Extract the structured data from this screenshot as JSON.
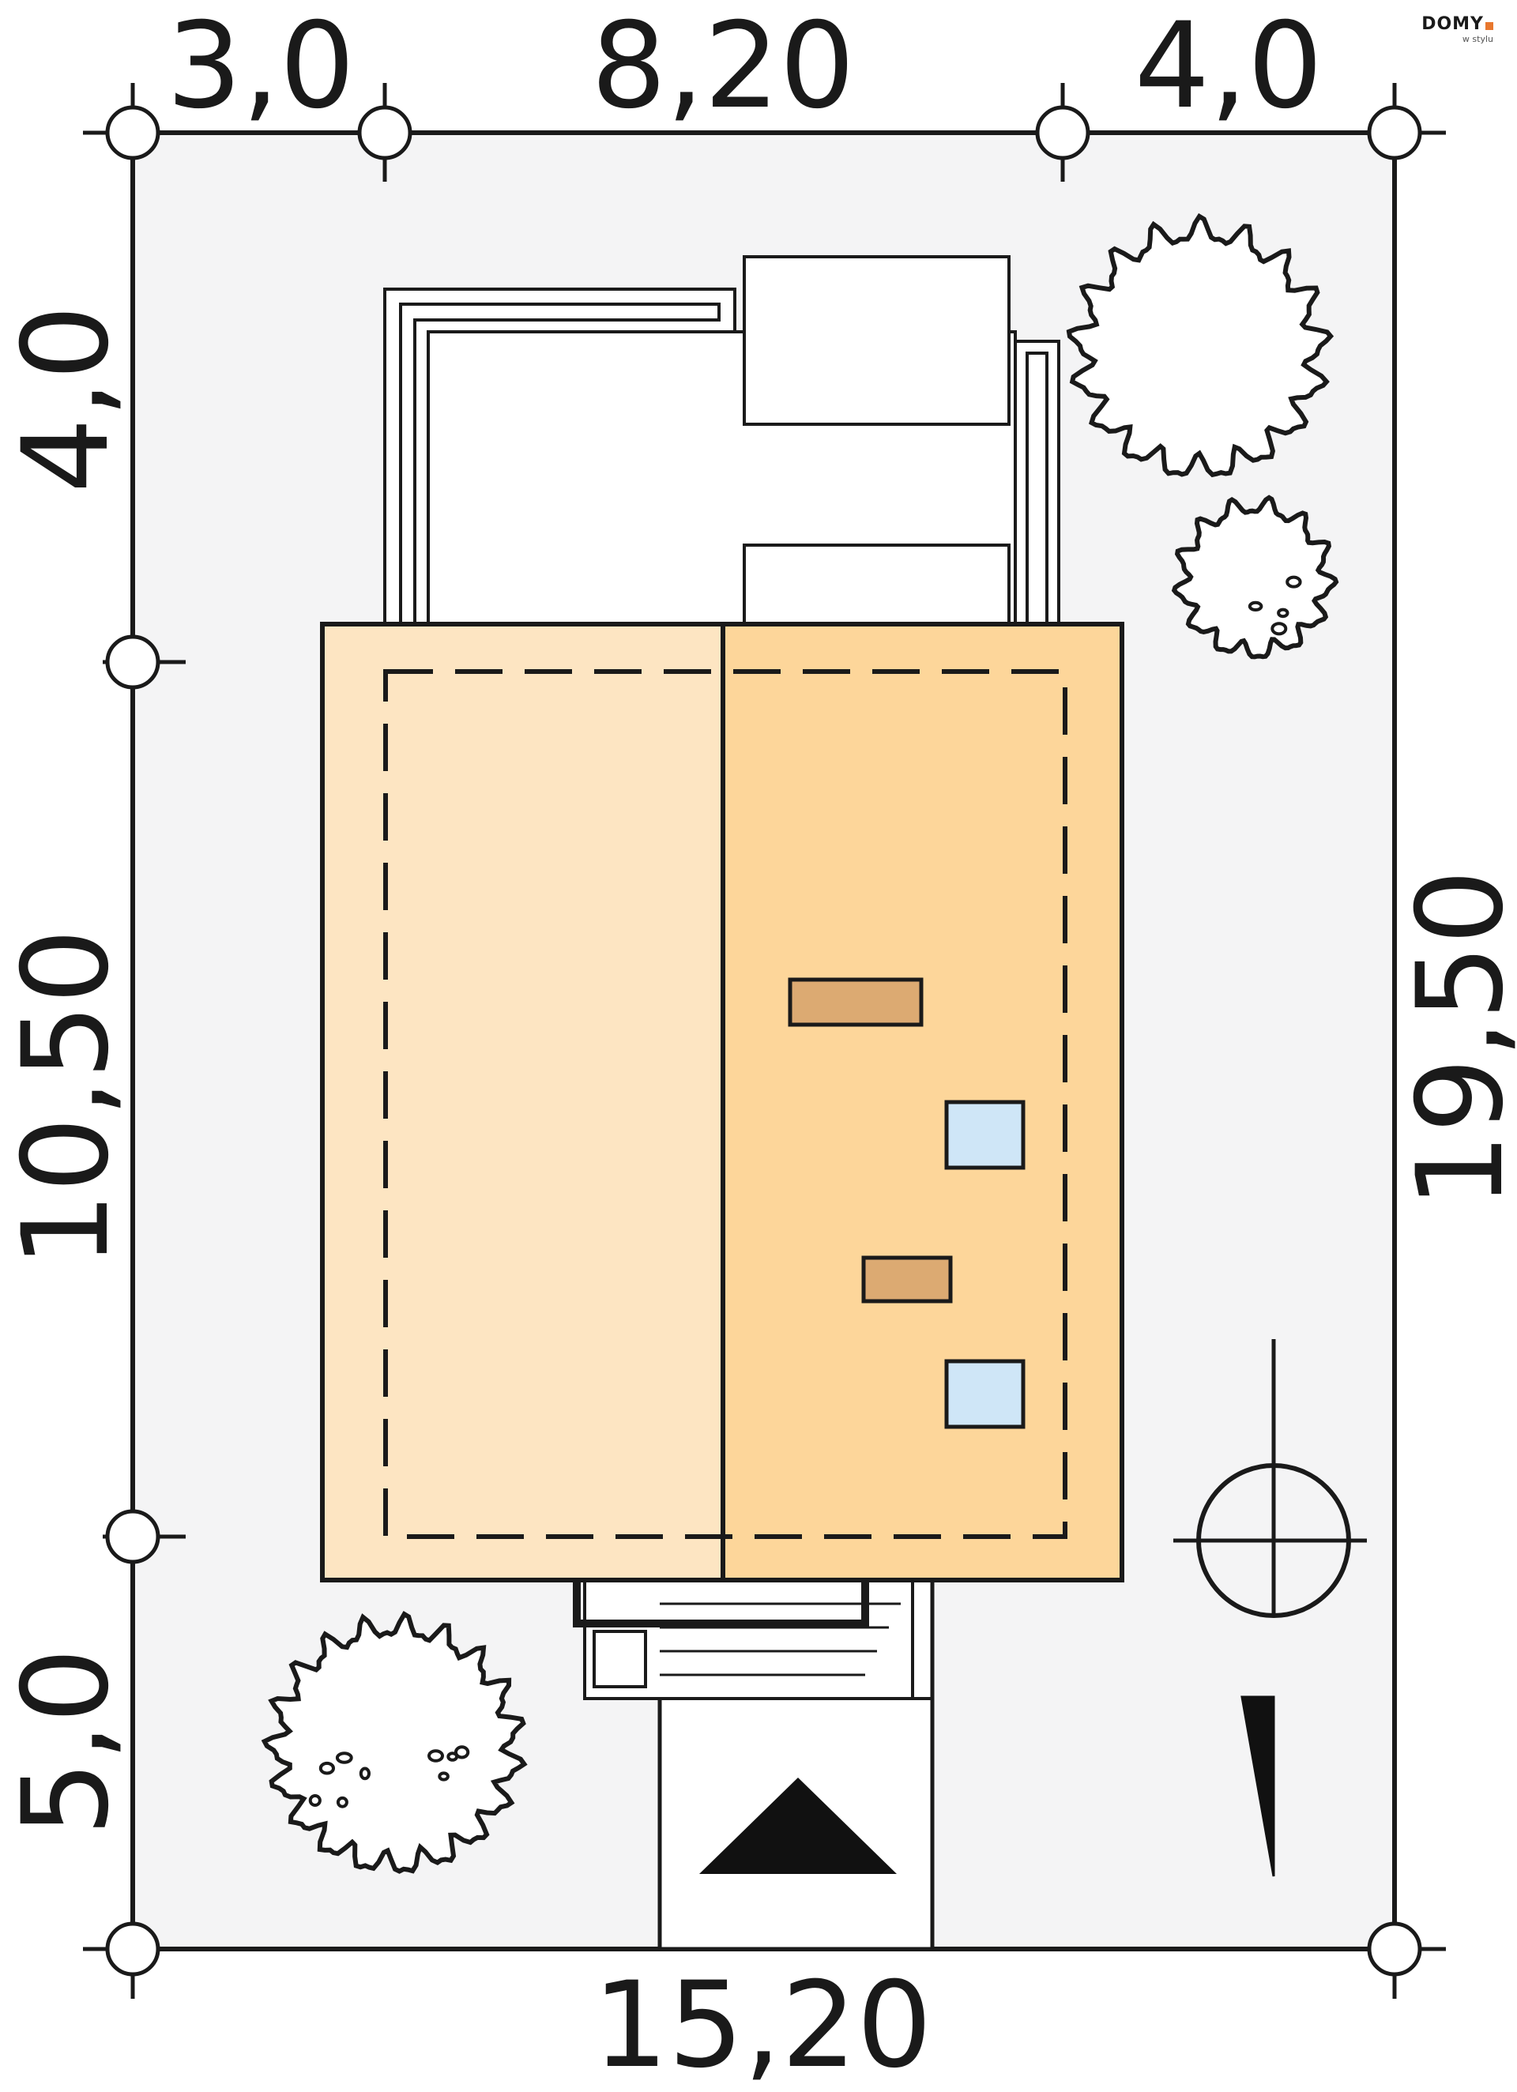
{
  "logo": {
    "main": "DOMY",
    "sub": "w stylu"
  },
  "dimensions": {
    "top": [
      "3,0",
      "8,20",
      "4,0"
    ],
    "left": [
      "4,0",
      "10,50",
      "5,0"
    ],
    "right": "19,50",
    "bottom": "15,20"
  },
  "colors": {
    "plot": "#f4f4f5",
    "roof_left": "#fde5c2",
    "roof_right": "#fdd69a",
    "chimney": "#dcaa72",
    "skylight": "#cfe6f7",
    "line": "#1a1a1a"
  }
}
